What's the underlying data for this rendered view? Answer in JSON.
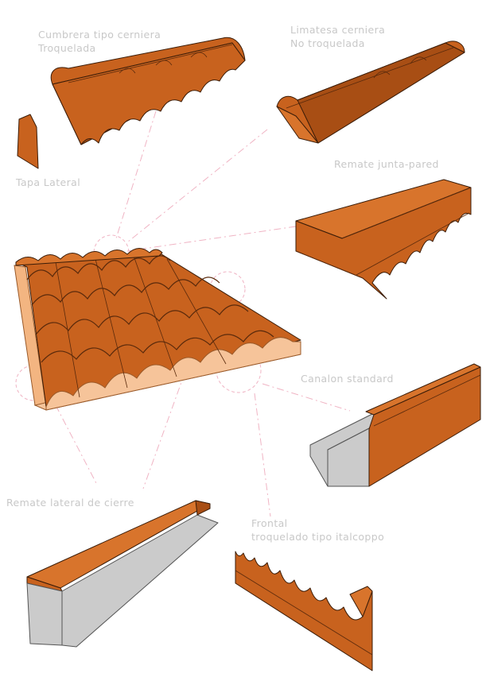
{
  "labels": {
    "cumbrera": [
      "Cumbrera tipo cerniera",
      "Troquelada"
    ],
    "limatesa": [
      "Limatesa cerniera",
      "No troquelada"
    ],
    "tapa_lateral": "Tapa Lateral",
    "remate_junta": "Remate junta-pared",
    "canalon": "Canalon standard",
    "remate_lateral": "Remate lateral de cierre",
    "frontal": [
      "Frontal",
      "troquelado tipo italcoppo"
    ]
  },
  "colors": {
    "copper": "#c8621e",
    "panel": "#f6c49a",
    "grey": "#cbcbcb",
    "guide": "#f0b4c4",
    "label": "#c8c8c8"
  }
}
